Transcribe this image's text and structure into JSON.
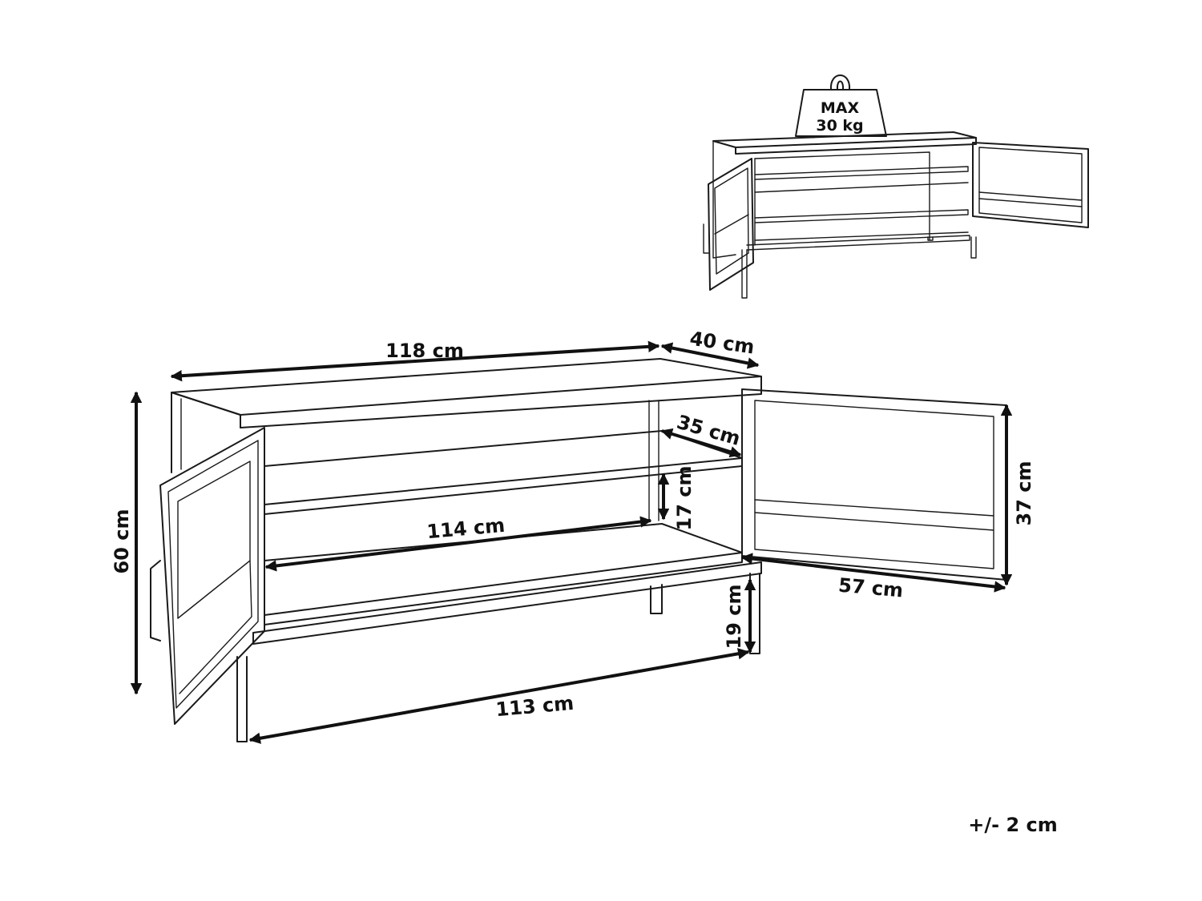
{
  "weight": {
    "line1": "MAX",
    "line2": "30 kg"
  },
  "dimensions": {
    "width_total": "118 cm",
    "depth_total": "40 cm",
    "depth_shelf": "35 cm",
    "height_total": "60 cm",
    "shelf_gap": "17 cm",
    "inner_width": "114 cm",
    "leg_span": "113 cm",
    "leg_height": "19 cm",
    "door_height": "37 cm",
    "door_width": "57 cm"
  },
  "tolerance": "+/- 2 cm"
}
